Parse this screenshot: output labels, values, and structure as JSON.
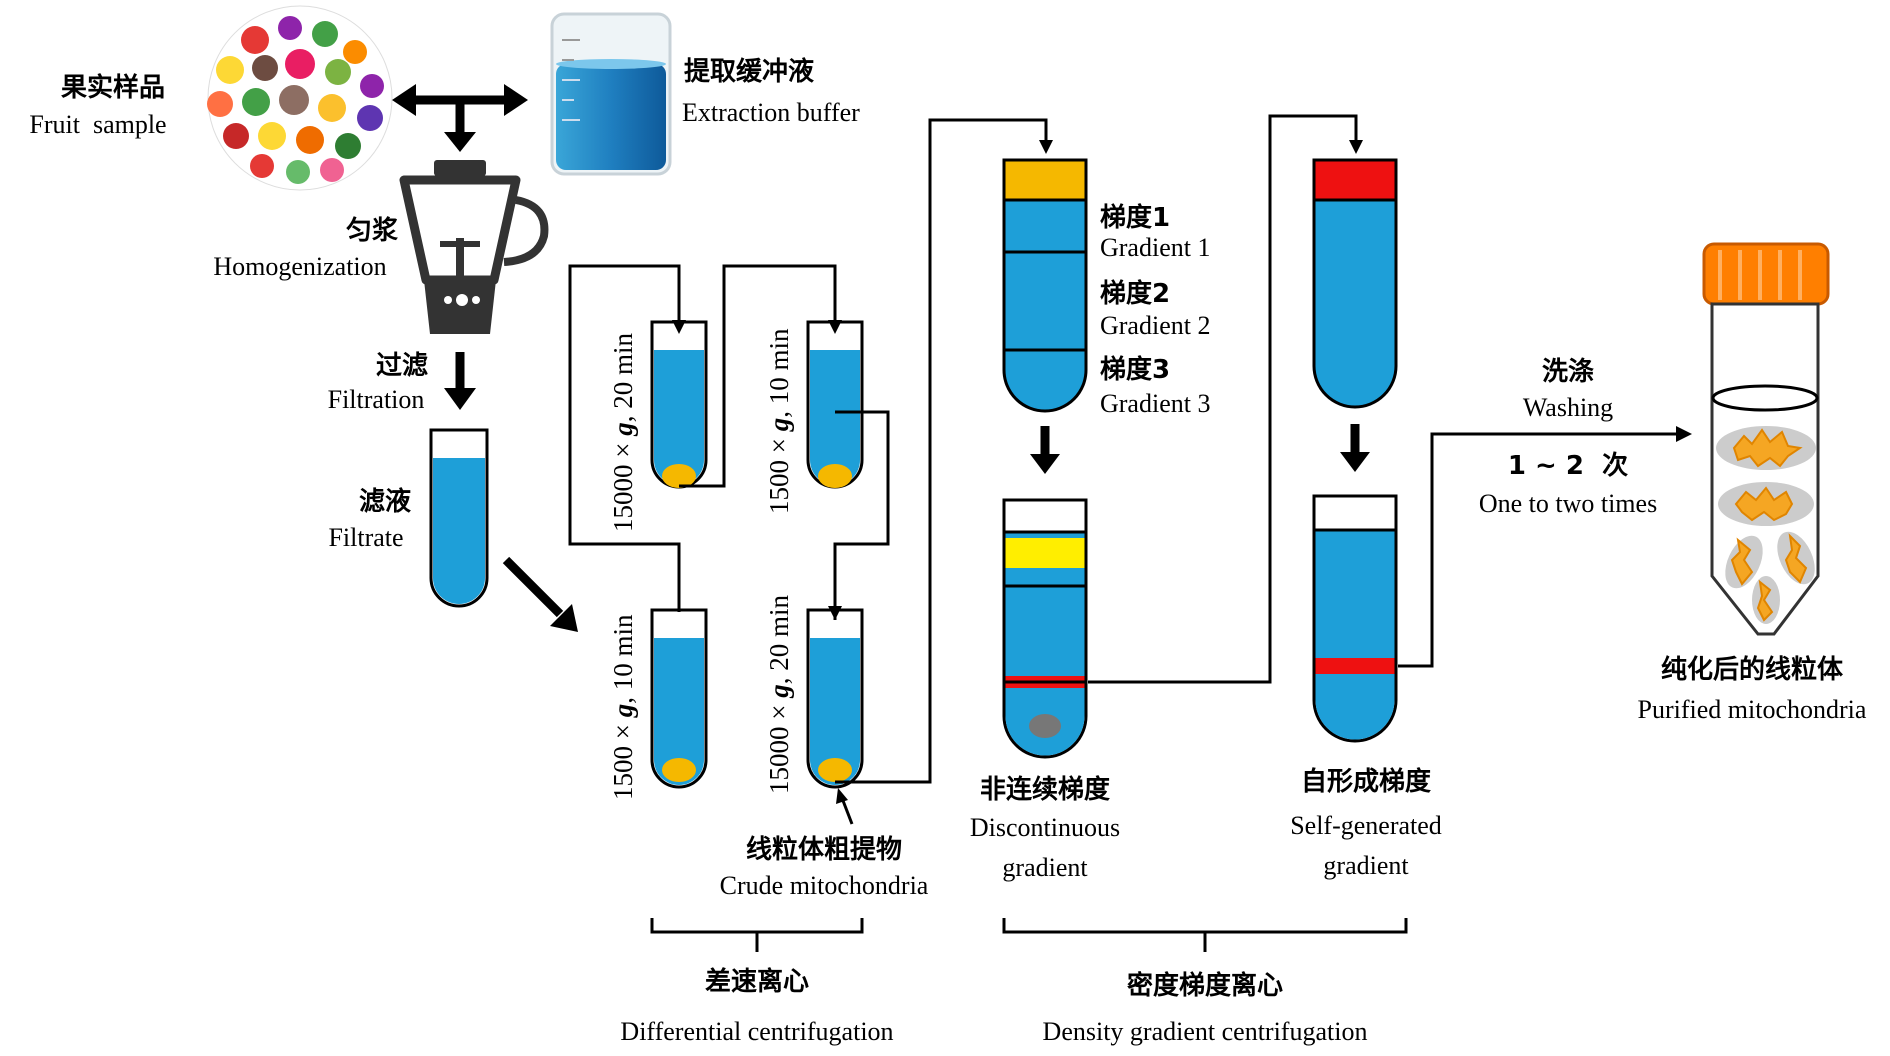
{
  "fruit": {
    "zh": "果实样品",
    "en": "Fruit  sample"
  },
  "buffer": {
    "zh": "提取缓冲液",
    "en": "Extraction buffer"
  },
  "homogenization": {
    "zh": "匀浆",
    "en": "Homogenization"
  },
  "filtration": {
    "zh": "过滤",
    "en": "Filtration"
  },
  "filtrate": {
    "zh": "滤液",
    "en": "Filtrate"
  },
  "spins": {
    "s1": {
      "pre": "1500 × ",
      "g": "g",
      "post": ", 10 min"
    },
    "s2": {
      "pre": "15000 × ",
      "g": "g",
      "post": ", 20 min"
    },
    "s3": {
      "pre": "1500 × ",
      "g": "g",
      "post": ", 10 min"
    },
    "s4": {
      "pre": "15000 × ",
      "g": "g",
      "post": ", 20 min"
    }
  },
  "crude": {
    "zh": "线粒体粗提物",
    "en": "Crude mitochondria"
  },
  "gradients": {
    "g1": {
      "zh": "梯度1",
      "en": "Gradient 1"
    },
    "g2": {
      "zh": "梯度2",
      "en": "Gradient 2"
    },
    "g3": {
      "zh": "梯度3",
      "en": "Gradient 3"
    }
  },
  "discontinuous": {
    "zh": "非连续梯度",
    "en1": "Discontinuous",
    "en2": "gradient"
  },
  "selfgen": {
    "zh": "自形成梯度",
    "en1": "Self-generated",
    "en2": "gradient"
  },
  "washing": {
    "zh": "洗涤",
    "en": "Washing",
    "times_zh": "1 ~ 2  次",
    "times_en": "One to two times"
  },
  "purified": {
    "zh": "纯化后的线粒体",
    "en": "Purified mitochondria"
  },
  "differential": {
    "zh": "差速离心",
    "en": "Differential centrifugation"
  },
  "density": {
    "zh": "密度梯度离心",
    "en": "Density gradient centrifugation"
  },
  "colors": {
    "liquid": "#1e9fd8",
    "pellet": "#f5b800",
    "band_orange": "#f5b800",
    "band_yellow": "#ffee00",
    "band_red": "#ee1111",
    "cap": "#ff7f00",
    "mito": "#f5a623"
  }
}
